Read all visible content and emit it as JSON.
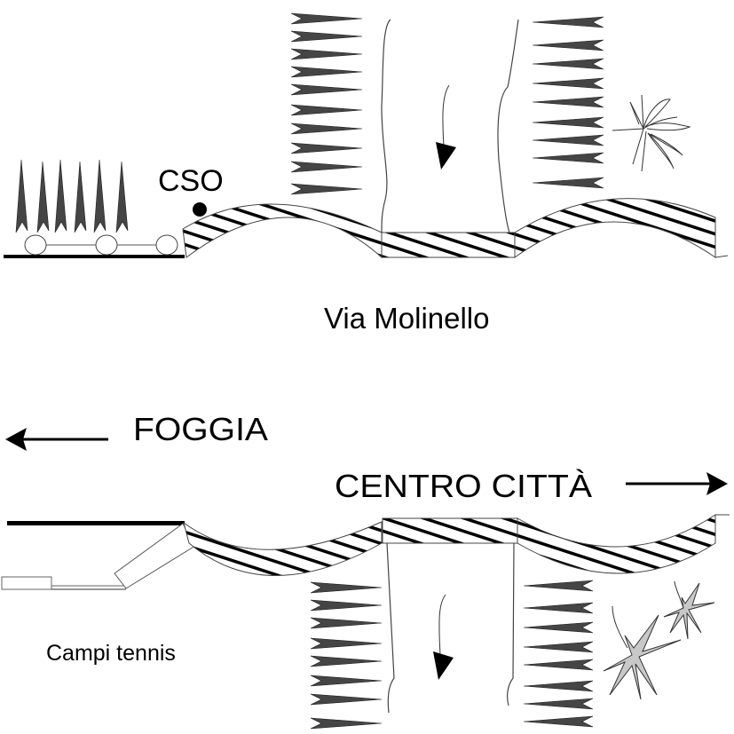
{
  "diagram": {
    "labels": {
      "cso": "CSO",
      "via_molinello": "Via Molinello",
      "foggia": "FOGGIA",
      "centro_citta": "CENTRO CITTÀ",
      "campi_tennis": "Campi tennis"
    },
    "colors": {
      "ink": "#000000",
      "thorn": "#454545",
      "plant_fill": "#c8c8c8",
      "outline": "#555555"
    },
    "direction_arrows": [
      {
        "label_ref": "foggia",
        "direction": "left"
      },
      {
        "label_ref": "centro_citta",
        "direction": "right"
      }
    ],
    "flow_arrows": [
      {
        "section": "top",
        "direction": "down"
      },
      {
        "section": "bottom",
        "direction": "down"
      }
    ],
    "components": {
      "top_section": [
        "upright-trees",
        "rollers",
        "cso-point",
        "arched-bridge-left",
        "flat-bridge-deck",
        "arched-bridge-right",
        "channel",
        "plant-outline"
      ],
      "bottom_section": [
        "road-line",
        "ramp",
        "tennis-court",
        "curved-bridge-left",
        "flat-bridge-deck",
        "curved-bridge-right",
        "channel",
        "plants-filled"
      ]
    }
  }
}
